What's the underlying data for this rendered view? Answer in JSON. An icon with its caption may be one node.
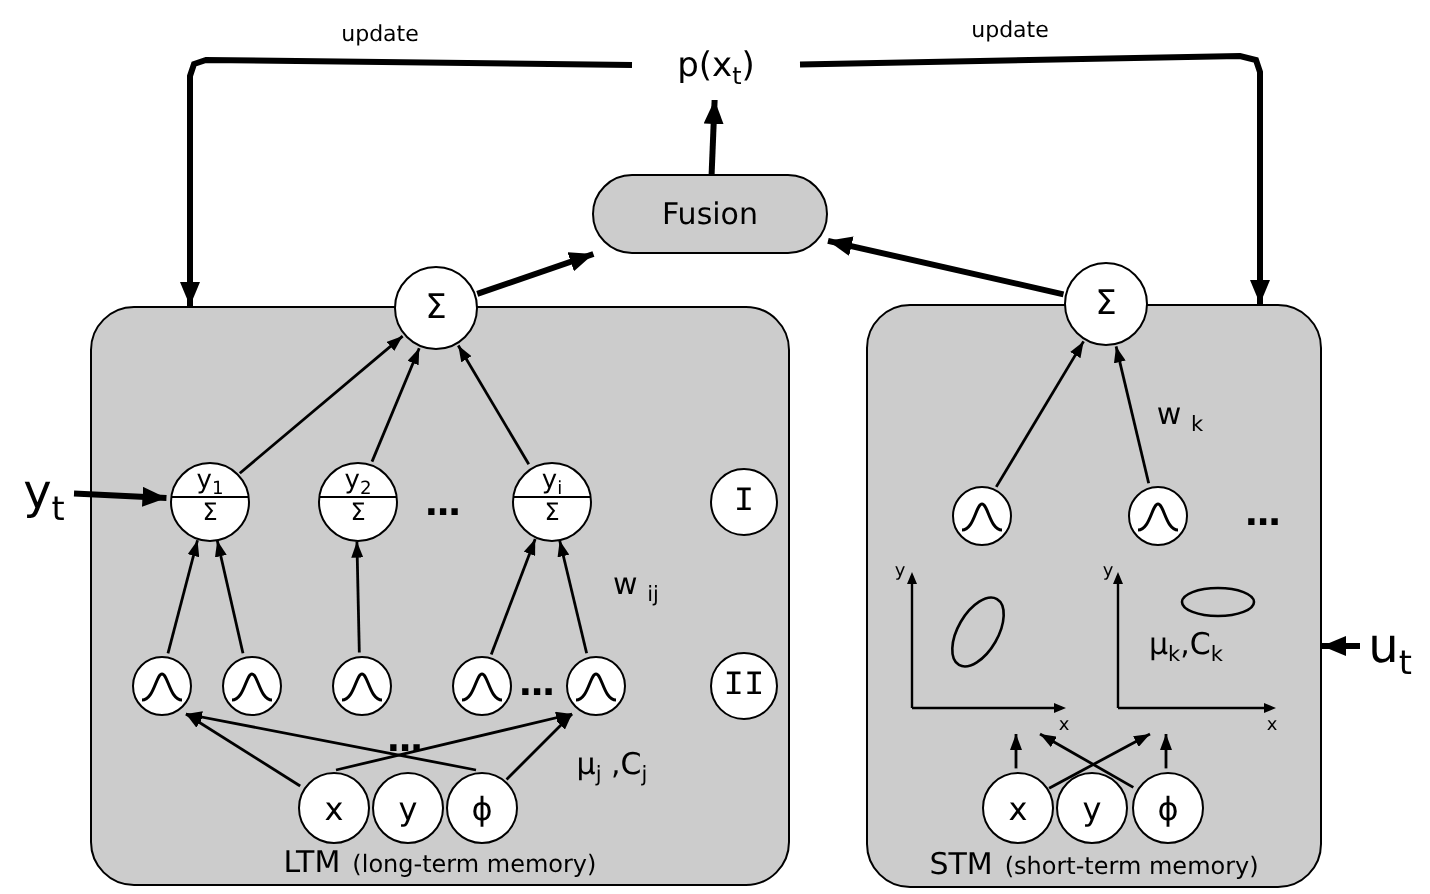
{
  "diagram": {
    "nodes": [
      {
        "text": [
          "p(x$_{t}$)"
        ]
      },
      {
        "text": [
          "Fusion"
        ]
      },
      {
        "text": [
          "LTM",
          "(long-term memory)"
        ]
      },
      {
        "text": [
          "Σ"
        ]
      },
      {
        "text": [
          "STM",
          "(short-term memory)"
        ]
      },
      {
        "text": [
          "Σ"
        ]
      },
      {
        "text": [
          "y$_{t}$"
        ]
      },
      {
        "text": [
          "y$_{1}$",
          "Σ"
        ],
        "in": 2
      },
      {
        "text": [
          "y$_{2}$",
          "Σ"
        ],
        "in": 2
      },
      {
        "text": [
          "y$_{i}$",
          "Σ"
        ],
        "in": 2
      },
      {
        "text": [
          "I"
        ],
        "in": 2
      },
      {
        "text": [],
        "shape": "circle",
        "in": 2
      },
      {
        "text": [],
        "shape": "circle",
        "in": 2
      },
      {
        "text": [],
        "shape": "circle",
        "in": 2
      },
      {
        "text": [],
        "shape": "circle",
        "in": 2
      },
      {
        "text": [],
        "shape": "circle",
        "in": 2
      },
      {
        "text": [
          "II"
        ],
        "in": 2
      },
      {
        "text": [
          "x"
        ],
        "in": 2
      },
      {
        "text": [
          "y"
        ],
        "in": 2
      },
      {
        "text": [
          "ϕ"
        ],
        "in": 2
      },
      {
        "text": [],
        "shape": "circle",
        "in": 4
      },
      {
        "text": [],
        "shape": "circle",
        "in": 4
      },
      {
        "text": [],
        "shape": "picture",
        "in": 4
      },
      {
        "text": [],
        "shape": "picture",
        "in": 4
      },
      {
        "text": [
          "u$_{t}$"
        ]
      },
      {
        "text": [
          "x"
        ],
        "in": 4
      },
      {
        "text": [
          "y"
        ],
        "in": 4
      },
      {
        "text": [
          "ϕ"
        ],
        "in": 4
      }
    ],
    "edges": [
      {
        "from": 1,
        "to": 0,
        "arrow": "to",
        "style": "thick"
      },
      {
        "from": 0,
        "to": 2,
        "arrow": "to",
        "style": "thick",
        "label": "update"
      },
      {
        "from": 0,
        "to": 4,
        "arrow": "to",
        "style": "thick",
        "label": "update"
      },
      {
        "from": 3,
        "to": 1,
        "arrow": "to",
        "style": "thick"
      },
      {
        "from": 5,
        "to": 1,
        "arrow": "to",
        "style": "thick"
      },
      {
        "from": 6,
        "to": 7,
        "arrow": "to",
        "style": "thick"
      },
      {
        "from": 24,
        "to": 4,
        "arrow": "to",
        "style": "thick"
      },
      {
        "from": 7,
        "to": 3,
        "arrow": "to"
      },
      {
        "from": 8,
        "to": 3,
        "arrow": "to"
      },
      {
        "from": 9,
        "to": 3,
        "arrow": "to"
      },
      {
        "from": 11,
        "to": 7,
        "arrow": "to"
      },
      {
        "from": 12,
        "to": 7,
        "arrow": "to"
      },
      {
        "from": 13,
        "to": 8,
        "arrow": "to"
      },
      {
        "from": 14,
        "to": 9,
        "arrow": "to"
      },
      {
        "from": 15,
        "to": 9,
        "arrow": "to"
      },
      {
        "from": 17,
        "to": 11,
        "arrow": "to"
      },
      {
        "from": 17,
        "to": 15,
        "arrow": "to"
      },
      {
        "from": 19,
        "to": 11,
        "arrow": "to"
      },
      {
        "from": 19,
        "to": 15,
        "arrow": "to"
      },
      {
        "from": 20,
        "to": 5,
        "arrow": "to"
      },
      {
        "from": 21,
        "to": 5,
        "arrow": "to"
      },
      {
        "from": 25,
        "to": 22,
        "arrow": "to"
      },
      {
        "from": 25,
        "to": 23,
        "arrow": "to"
      },
      {
        "from": 27,
        "to": 23,
        "arrow": "to"
      },
      {
        "from": 27,
        "to": 22,
        "arrow": "to"
      }
    ],
    "labels": [
      "...",
      "w $_{ij}$",
      "...",
      "...",
      "μ$_{j}$ ,C$_{j}$",
      "w $_{k}$",
      "...",
      "y",
      "y",
      "μ$_{k}$,C$_{k}$",
      "x",
      "x"
    ]
  }
}
